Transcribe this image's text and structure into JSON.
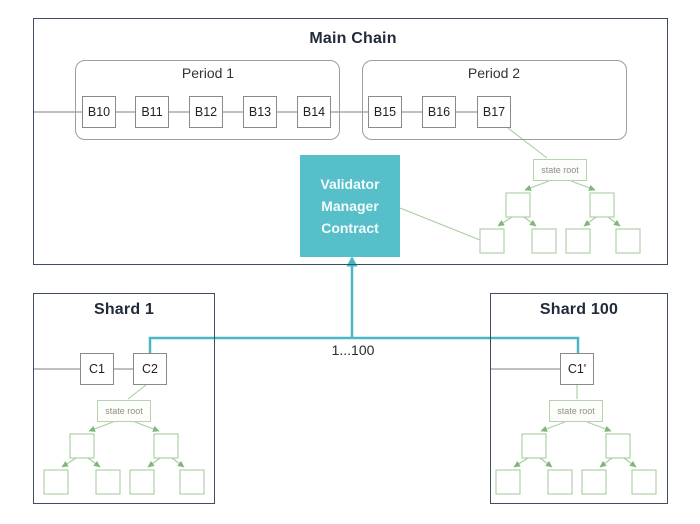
{
  "diagram": {
    "main_chain": {
      "title": "Main Chain",
      "periods": [
        {
          "label": "Period 1",
          "blocks": [
            "B10",
            "B11",
            "B12",
            "B13",
            "B14"
          ]
        },
        {
          "label": "Period 2",
          "blocks": [
            "B15",
            "B16",
            "B17"
          ]
        }
      ],
      "validator_manager_contract": {
        "lines": [
          "Validator",
          "Manager",
          "Contract"
        ]
      },
      "state_root_label": "state root"
    },
    "shards": [
      {
        "title": "Shard 1",
        "blocks": [
          "C1",
          "C2"
        ],
        "state_root_label": "state root"
      },
      {
        "title": "Shard 100",
        "blocks": [
          "C1'"
        ],
        "state_root_label": "state root"
      }
    ],
    "connector_label": "1...100",
    "colors": {
      "accent_teal": "#56bfc9",
      "connector_teal": "#48b8c4",
      "frame_navy": "#3e4d63",
      "block_border_gray": "#8a8a8a",
      "chain_line_gray": "#999999",
      "tree_green": "#a9cda2",
      "arrow_green": "#7fb778",
      "state_root_text": "#8a9381",
      "title_navy": "#222b3a"
    }
  }
}
